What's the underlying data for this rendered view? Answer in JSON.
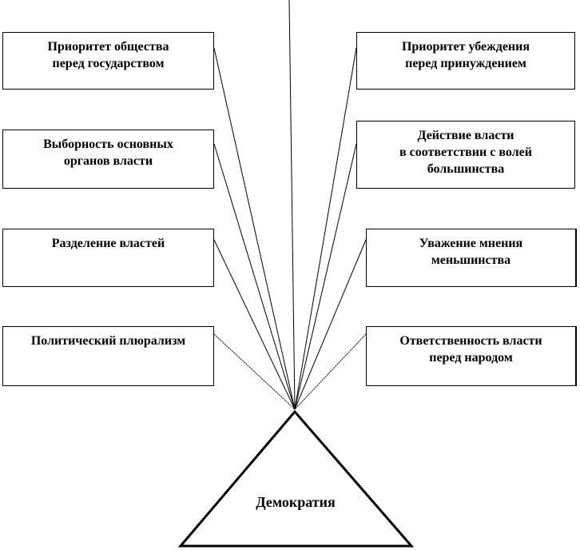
{
  "diagram": {
    "apex": "Демократия",
    "left_principles": [
      [
        "Приоритет общества",
        "перед государством"
      ],
      [
        "Выборность основных",
        "органов власти"
      ],
      [
        "Разделение властей"
      ],
      [
        "Политический плюрализм"
      ]
    ],
    "right_principles": [
      [
        "Приоритет убеждения",
        "перед принуждением"
      ],
      [
        "Действие власти",
        "в соответствии с волей",
        "большинства"
      ],
      [
        "Уважение мнения",
        "меньшинства"
      ],
      [
        "Ответственность власти",
        "перед народом"
      ]
    ],
    "colors": {
      "line": "#000000",
      "background": "#ffffff"
    }
  }
}
